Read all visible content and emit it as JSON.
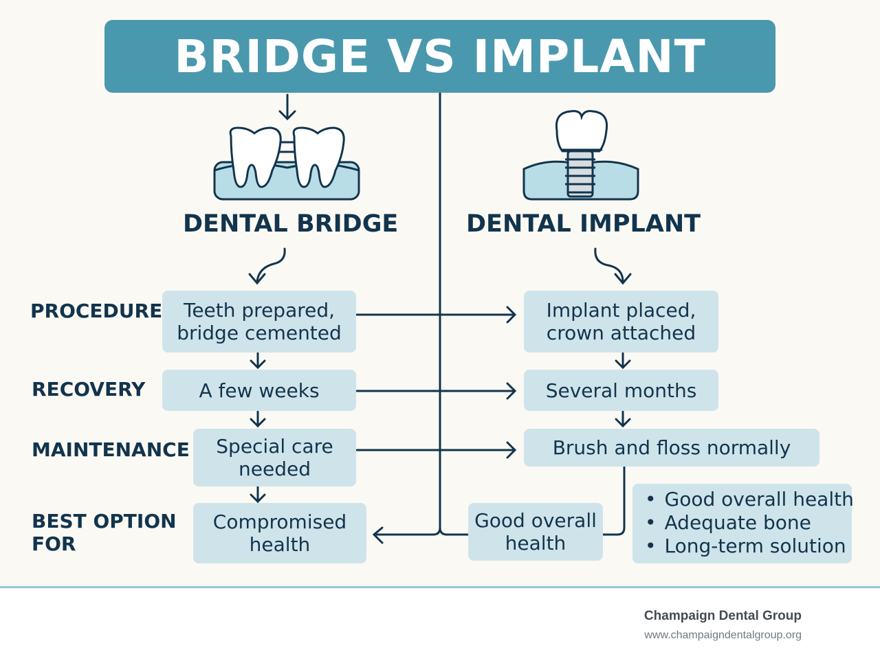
{
  "title": "BRIDGE VS IMPLANT",
  "columns": {
    "bridge": {
      "title": "DENTAL BRIDGE",
      "icon": "dental-bridge-icon"
    },
    "implant": {
      "title": "DENTAL IMPLANT",
      "icon": "dental-implant-icon"
    }
  },
  "rows": {
    "procedure": {
      "label": "PROCEDURE",
      "bridge": [
        "Teeth prepared,",
        "bridge cemented"
      ],
      "implant": [
        "Implant placed,",
        "crown attached"
      ]
    },
    "recovery": {
      "label": "RECOVERY",
      "bridge": [
        "A few weeks"
      ],
      "implant": [
        "Several months"
      ]
    },
    "maintenance": {
      "label": "MAINTENANCE",
      "bridge": [
        "Special care",
        "needed"
      ],
      "implant": [
        "Brush and floss normally"
      ]
    },
    "best_option": {
      "label": [
        "BEST OPTION",
        "FOR"
      ],
      "bridge": [
        "Compromised",
        "health"
      ],
      "implant": [
        "Good overall",
        "health"
      ],
      "implant_details": [
        "Good overall health",
        "Adequate bone",
        "Long-term solution"
      ]
    }
  },
  "footer": {
    "name": "Champaign Dental Group",
    "url": "www.champaigndentalgroup.org",
    "logo_icon": "tooth-logo-icon"
  },
  "colors": {
    "title_bar": "#4a98ad",
    "box_fill": "#cfe4ea",
    "text": "#12344d",
    "gum": "#b9dde6",
    "footer_tooth": "#7cc6e6"
  }
}
